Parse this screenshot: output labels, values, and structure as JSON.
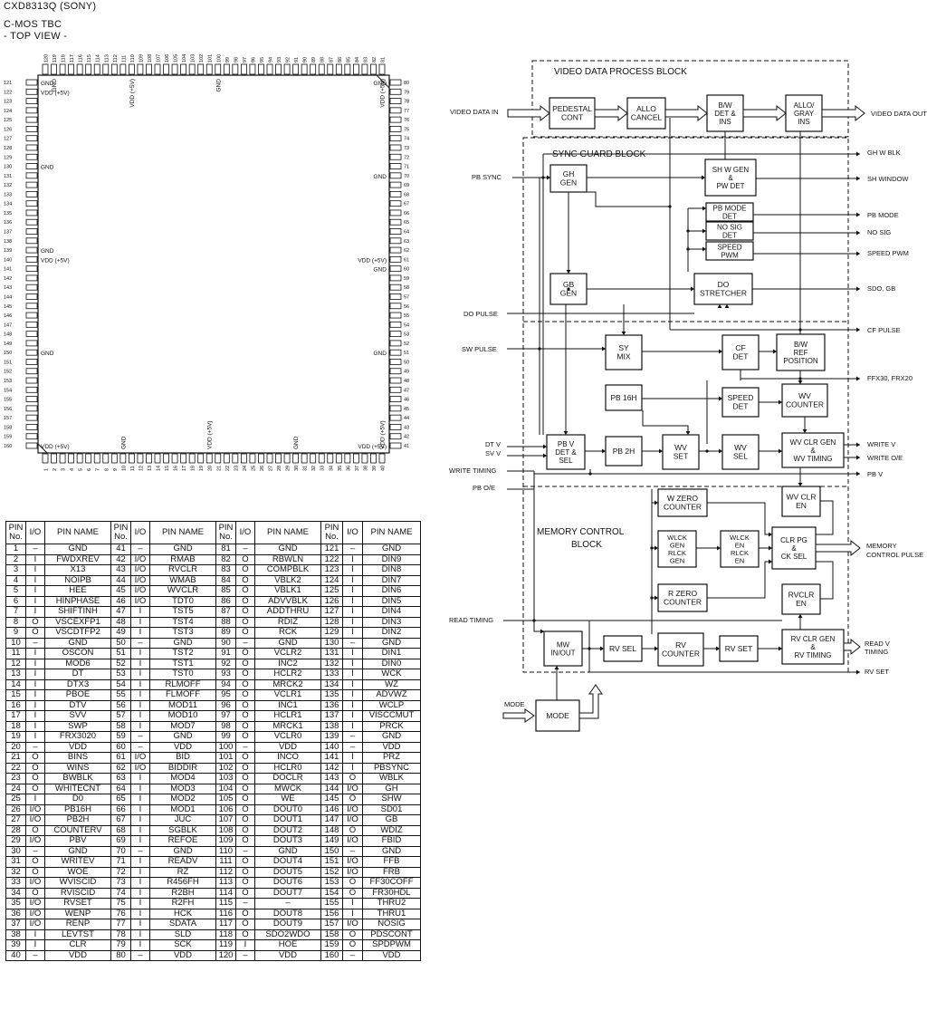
{
  "header": {
    "part": "CXD8313Q (SONY)",
    "type": "C-MOS TBC",
    "view": "- TOP VIEW -"
  },
  "package": {
    "labels": [
      {
        "text": "GND",
        "near_pin": 121
      },
      {
        "text": "VDD (+5V)",
        "near_pin": 122
      },
      {
        "text": "GND",
        "near_pin": 119
      },
      {
        "text": "VDD (+5V)",
        "near_pin": 110
      },
      {
        "text": "GND",
        "near_pin": 100
      },
      {
        "text": "VDD (+5V)",
        "near_pin": 81
      },
      {
        "text": "GND",
        "near_pin": 80
      },
      {
        "text": "GND",
        "near_pin": 130
      },
      {
        "text": "GND",
        "near_pin": 70
      },
      {
        "text": "GND",
        "near_pin": 139
      },
      {
        "text": "VDD (+5V)",
        "near_pin": 140
      },
      {
        "text": "VDD (+5V)",
        "near_pin": 61
      },
      {
        "text": "GND",
        "near_pin": 60
      },
      {
        "text": "GND",
        "near_pin": 150
      },
      {
        "text": "GND",
        "near_pin": 51
      },
      {
        "text": "VDD (+5V)",
        "near_pin": 160
      },
      {
        "text": "VDD (+5V)",
        "near_pin": 41
      },
      {
        "text": "GND",
        "near_pin": 10
      },
      {
        "text": "VDD (+5V)",
        "near_pin": 20
      },
      {
        "text": "GND",
        "near_pin": 30
      },
      {
        "text": "VDD (+5V)",
        "near_pin": 40
      }
    ]
  },
  "block_diagram": {
    "regions": {
      "video": "VIDEO DATA PROCESS BLOCK",
      "sync": "SYNC GUARD BLOCK",
      "memory_1": "MEMORY CONTROL",
      "memory_2": "BLOCK"
    },
    "blocks": {
      "pedestal": [
        "PEDESTAL",
        "CONT"
      ],
      "allo_cancel": [
        "ALLO",
        "CANCEL"
      ],
      "bw_det": [
        "B/W",
        "DET &",
        "INS"
      ],
      "allo_gray": [
        "ALLO/",
        "GRAY",
        "INS"
      ],
      "gh_gen": [
        "GH",
        "GEN"
      ],
      "sh_w_gen": [
        "SH W GEN",
        "&",
        "PW DET"
      ],
      "pb_mode_det": [
        "PB MODE",
        "DET"
      ],
      "no_sig_det": [
        "NO SIG",
        "DET"
      ],
      "speed_pwm": [
        "SPEED",
        "PWM"
      ],
      "gb_gen": [
        "GB",
        "GEN"
      ],
      "do_stretcher": [
        "DO",
        "STRETCHER"
      ],
      "sy_mix": [
        "SY",
        "MIX"
      ],
      "cf_det": [
        "CF",
        "DET"
      ],
      "bw_ref": [
        "B/W",
        "REF",
        "POSITION"
      ],
      "pb16h": [
        "PB 16H"
      ],
      "speed_det": [
        "SPEED",
        "DET"
      ],
      "wv_counter": [
        "WV",
        "COUNTER"
      ],
      "pbv_det": [
        "PB V",
        "DET &",
        "SEL"
      ],
      "pb2h": [
        "PB 2H"
      ],
      "wv_set": [
        "WV",
        "SET"
      ],
      "wv_sel": [
        "WV",
        "SEL"
      ],
      "wv_clr_gen": [
        "WV CLR GEN",
        "&",
        "WV TIMING"
      ],
      "w_zero": [
        "W ZERO",
        "COUNTER"
      ],
      "wv_clr_en": [
        "WV CLR",
        "EN"
      ],
      "wlck_gen": [
        "WLCK",
        "GEN",
        "RLCK",
        "GEN"
      ],
      "wlck_en": [
        "WLCK",
        "EN",
        "RLCK",
        "EN"
      ],
      "clr_pg": [
        "CLR PG",
        "&",
        "CK SEL"
      ],
      "r_zero": [
        "R ZERO",
        "COUNTER"
      ],
      "rv_clr_en": [
        "RVCLR",
        "EN"
      ],
      "mw_inout": [
        "MW",
        "IN/OUT"
      ],
      "rv_sel": [
        "RV SEL"
      ],
      "rv_counter": [
        "RV",
        "COUNTER"
      ],
      "rv_set": [
        "RV SET"
      ],
      "rv_clr_gen": [
        "RV CLR GEN",
        "&",
        "RV TIMING"
      ],
      "mode": [
        "MODE"
      ]
    },
    "inputs": {
      "video_in": "VIDEO DATA IN",
      "pb_sync": "PB SYNC",
      "do_pulse": "DO PULSE",
      "sw_pulse": "SW PULSE",
      "dt_v": "DT V",
      "sv_v": "SV V",
      "write_timing": "WRITE TIMING",
      "pb_oe": "PB O/E",
      "read_timing": "READ TIMING",
      "mode": "MODE"
    },
    "outputs": {
      "video_out": "VIDEO DATA OUT",
      "gh_w_blk": "GH W BLK",
      "sh_window": "SH WINDOW",
      "pb_mode": "PB MODE",
      "no_sig": "NO SIG",
      "speed_pwm": "SPEED PWM",
      "sdo_gb": "SDO, GB",
      "cf_pulse": "CF PULSE",
      "ffx": "FFX30, FRX20",
      "write_v": "WRITE V",
      "write_oe": "WRITE O/E",
      "pb_v": "PB V",
      "mem_ctrl_1": "MEMORY",
      "mem_ctrl_2": "CONTROL PULSE",
      "read_v_1": "READ V",
      "read_v_2": "TIMING",
      "rv_set": "RV SET"
    }
  },
  "pin_table": {
    "headers": [
      "PIN No.",
      "I/O",
      "PIN NAME",
      "PIN No.",
      "I/O",
      "PIN NAME",
      "PIN No.",
      "I/O",
      "PIN NAME",
      "PIN No.",
      "I/O",
      "PIN NAME"
    ],
    "rows": [
      [
        "1",
        "–",
        "GND",
        "41",
        "–",
        "GND",
        "81",
        "–",
        "GND",
        "121",
        "–",
        "GND"
      ],
      [
        "2",
        "I",
        "FWDXREV",
        "42",
        "I/O",
        "RMAB",
        "82",
        "O",
        "RBWLN",
        "122",
        "I",
        "DIN9"
      ],
      [
        "3",
        "I",
        "X13",
        "43",
        "I/O",
        "RVCLR",
        "83",
        "O",
        "COMPBLK",
        "123",
        "I",
        "DIN8"
      ],
      [
        "4",
        "I",
        "NOIPB",
        "44",
        "I/O",
        "WMAB",
        "84",
        "O",
        "VBLK2",
        "124",
        "I",
        "DIN7"
      ],
      [
        "5",
        "I",
        "HEE",
        "45",
        "I/O",
        "WVCLR",
        "85",
        "O",
        "VBLK1",
        "125",
        "I",
        "DIN6"
      ],
      [
        "6",
        "I",
        "HINPHASE",
        "46",
        "I/O",
        "TDT0",
        "86",
        "O",
        "ADVVBLK",
        "126",
        "I",
        "DIN5"
      ],
      [
        "7",
        "I",
        "SHIFTINH",
        "47",
        "I",
        "TST5",
        "87",
        "O",
        "ADDTHRU",
        "127",
        "I",
        "DIN4"
      ],
      [
        "8",
        "O",
        "VSCEXFP1",
        "48",
        "I",
        "TST4",
        "88",
        "O",
        "RDIZ",
        "128",
        "I",
        "DIN3"
      ],
      [
        "9",
        "O",
        "VSCDTFP2",
        "49",
        "I",
        "TST3",
        "89",
        "O",
        "RCK",
        "129",
        "I",
        "DIN2"
      ],
      [
        "10",
        "–",
        "GND",
        "50",
        "–",
        "GND",
        "90",
        "–",
        "GND",
        "130",
        "–",
        "GND"
      ],
      [
        "11",
        "I",
        "OSCON",
        "51",
        "I",
        "TST2",
        "91",
        "O",
        "VCLR2",
        "131",
        "I",
        "DIN1"
      ],
      [
        "12",
        "I",
        "MOD6",
        "52",
        "I",
        "TST1",
        "92",
        "O",
        "INC2",
        "132",
        "I",
        "DIN0"
      ],
      [
        "13",
        "I",
        "DT",
        "53",
        "I",
        "TST0",
        "93",
        "O",
        "HCLR2",
        "133",
        "I",
        "WCK"
      ],
      [
        "14",
        "I",
        "DTX3",
        "54",
        "I",
        "RLMOFF",
        "94",
        "O",
        "MRCK2",
        "134",
        "I",
        "WZ"
      ],
      [
        "15",
        "I",
        "PBOE",
        "55",
        "I",
        "FLMOFF",
        "95",
        "O",
        "VCLR1",
        "135",
        "I",
        "ADVWZ"
      ],
      [
        "16",
        "I",
        "DTV",
        "56",
        "I",
        "MOD11",
        "96",
        "O",
        "INC1",
        "136",
        "I",
        "WCLP"
      ],
      [
        "17",
        "I",
        "SVV",
        "57",
        "I",
        "MOD10",
        "97",
        "O",
        "HCLR1",
        "137",
        "I",
        "VISCCMUT"
      ],
      [
        "18",
        "I",
        "SWP",
        "58",
        "I",
        "MOD7",
        "98",
        "O",
        "MRCK1",
        "138",
        "I",
        "PRCK"
      ],
      [
        "19",
        "I",
        "FRX3020",
        "59",
        "–",
        "GND",
        "99",
        "O",
        "VCLR0",
        "139",
        "–",
        "GND"
      ],
      [
        "20",
        "–",
        "VDD",
        "60",
        "–",
        "VDD",
        "100",
        "–",
        "VDD",
        "140",
        "–",
        "VDD"
      ],
      [
        "21",
        "O",
        "BINS",
        "61",
        "I/O",
        "BID",
        "101",
        "O",
        "INCO",
        "141",
        "I",
        "PRZ"
      ],
      [
        "22",
        "O",
        "WINS",
        "62",
        "I/O",
        "BIDDIR",
        "102",
        "O",
        "HCLR0",
        "142",
        "I",
        "PBSYNC"
      ],
      [
        "23",
        "O",
        "BWBLK",
        "63",
        "I",
        "MOD4",
        "103",
        "O",
        "DOCLR",
        "143",
        "O",
        "WBLK"
      ],
      [
        "24",
        "O",
        "WHITECNT",
        "64",
        "I",
        "MOD3",
        "104",
        "O",
        "MWCK",
        "144",
        "I/O",
        "GH"
      ],
      [
        "25",
        "I",
        "D0",
        "65",
        "I",
        "MOD2",
        "105",
        "O",
        "WE",
        "145",
        "O",
        "SHW"
      ],
      [
        "26",
        "I/O",
        "PB16H",
        "66",
        "I",
        "MOD1",
        "106",
        "O",
        "DOUT0",
        "146",
        "I/O",
        "SD01"
      ],
      [
        "27",
        "I/O",
        "PB2H",
        "67",
        "I",
        "JUC",
        "107",
        "O",
        "DOUT1",
        "147",
        "I/O",
        "GB"
      ],
      [
        "28",
        "O",
        "COUNTERV",
        "68",
        "I",
        "SGBLK",
        "108",
        "O",
        "DOUT2",
        "148",
        "O",
        "WDIZ"
      ],
      [
        "29",
        "I/O",
        "PBV",
        "69",
        "I",
        "REFOE",
        "109",
        "O",
        "DOUT3",
        "149",
        "I/O",
        "FBID"
      ],
      [
        "30",
        "–",
        "GND",
        "70",
        "–",
        "GND",
        "110",
        "–",
        "GND",
        "150",
        "–",
        "GND"
      ],
      [
        "31",
        "O",
        "WRITEV",
        "71",
        "I",
        "READV",
        "111",
        "O",
        "DOUT4",
        "151",
        "I/O",
        "FFB"
      ],
      [
        "32",
        "O",
        "WOE",
        "72",
        "I",
        "RZ",
        "112",
        "O",
        "DOUT5",
        "152",
        "I/O",
        "FRB"
      ],
      [
        "33",
        "I/O",
        "WVISCID",
        "73",
        "I",
        "R456FH",
        "113",
        "O",
        "DOUT6",
        "153",
        "O",
        "FF30COFF"
      ],
      [
        "34",
        "O",
        "RVISCID",
        "74",
        "I",
        "R2BH",
        "114",
        "O",
        "DOUT7",
        "154",
        "O",
        "FR30HDL"
      ],
      [
        "35",
        "I/O",
        "RVSET",
        "75",
        "I",
        "R2FH",
        "115",
        "–",
        "–",
        "155",
        "I",
        "THRU2"
      ],
      [
        "36",
        "I/O",
        "WENP",
        "76",
        "I",
        "HCK",
        "116",
        "O",
        "DOUT8",
        "156",
        "I",
        "THRU1"
      ],
      [
        "37",
        "I/O",
        "RENP",
        "77",
        "I",
        "SDATA",
        "117",
        "O",
        "DOUT9",
        "157",
        "I/O",
        "NOSIG"
      ],
      [
        "38",
        "I",
        "LEVTST",
        "78",
        "I",
        "SLD",
        "118",
        "O",
        "SDO2WDO",
        "158",
        "O",
        "PDSCONT"
      ],
      [
        "39",
        "I",
        "CLR",
        "79",
        "I",
        "SCK",
        "119",
        "I",
        "HOE",
        "159",
        "O",
        "SPDPWM"
      ],
      [
        "40",
        "–",
        "VDD",
        "80",
        "–",
        "VDD",
        "120",
        "–",
        "VDD",
        "160",
        "–",
        "VDD"
      ]
    ]
  },
  "colors": {
    "ink": "#111111",
    "paper": "#ffffff"
  }
}
